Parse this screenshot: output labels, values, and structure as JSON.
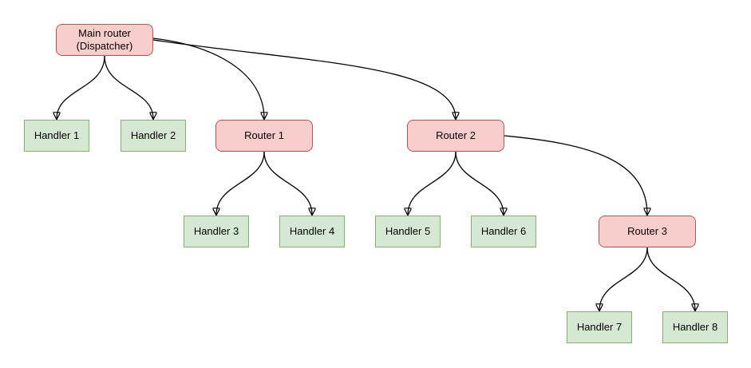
{
  "diagram": {
    "nodes": {
      "main_router": {
        "line1": "Main router",
        "line2": "(Dispatcher)",
        "type": "router"
      },
      "handler_1": {
        "label": "Handler 1",
        "type": "handler"
      },
      "handler_2": {
        "label": "Handler 2",
        "type": "handler"
      },
      "router_1": {
        "label": "Router 1",
        "type": "router"
      },
      "router_2": {
        "label": "Router 2",
        "type": "router"
      },
      "handler_3": {
        "label": "Handler 3",
        "type": "handler"
      },
      "handler_4": {
        "label": "Handler 4",
        "type": "handler"
      },
      "handler_5": {
        "label": "Handler 5",
        "type": "handler"
      },
      "handler_6": {
        "label": "Handler 6",
        "type": "handler"
      },
      "router_3": {
        "label": "Router 3",
        "type": "router"
      },
      "handler_7": {
        "label": "Handler 7",
        "type": "handler"
      },
      "handler_8": {
        "label": "Handler 8",
        "type": "handler"
      }
    },
    "edges": [
      {
        "from": "main_router",
        "to": "handler_1"
      },
      {
        "from": "main_router",
        "to": "handler_2"
      },
      {
        "from": "main_router",
        "to": "router_1"
      },
      {
        "from": "main_router",
        "to": "router_2"
      },
      {
        "from": "router_1",
        "to": "handler_3"
      },
      {
        "from": "router_1",
        "to": "handler_4"
      },
      {
        "from": "router_2",
        "to": "handler_5"
      },
      {
        "from": "router_2",
        "to": "handler_6"
      },
      {
        "from": "router_2",
        "to": "router_3"
      },
      {
        "from": "router_3",
        "to": "handler_7"
      },
      {
        "from": "router_3",
        "to": "handler_8"
      }
    ],
    "colors": {
      "background": "#ffffff",
      "router_fill": "#f8cecc",
      "router_border": "#b85450",
      "handler_fill": "#d5e8d4",
      "handler_border": "#82b366",
      "edge_stroke": "#000000",
      "text": "#000000"
    }
  }
}
